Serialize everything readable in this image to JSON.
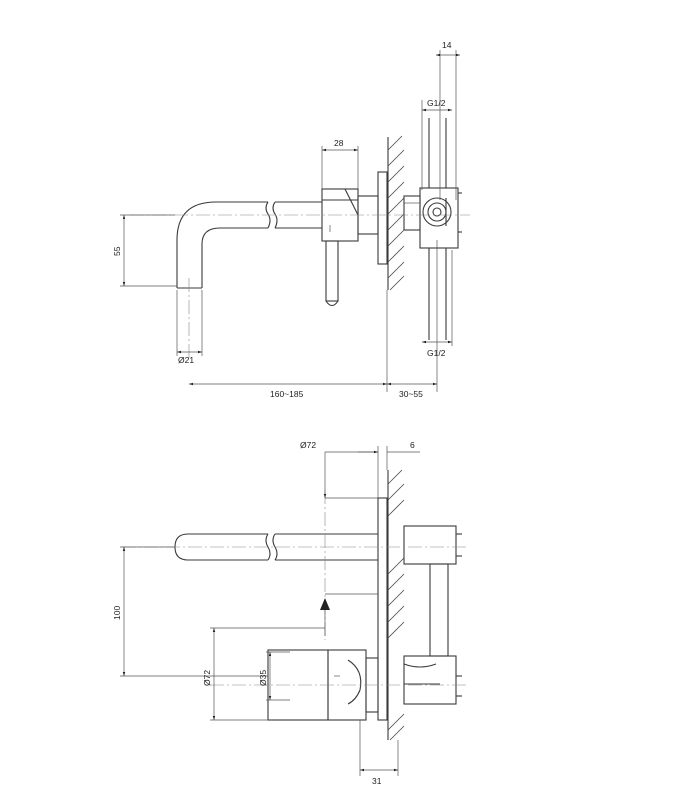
{
  "side_view": {
    "dims": {
      "d14": "14",
      "g_top": "G1/2",
      "d28": "28",
      "d55": "55",
      "d21": "Ø21",
      "g_bottom": "G1/2",
      "d160": "160~185",
      "d30": "30~55"
    }
  },
  "front_view": {
    "dims": {
      "d72_top": "Ø72",
      "d6": "6",
      "d100": "100",
      "d72_left": "Ø72",
      "d35": "Ø35",
      "d31": "31"
    }
  }
}
